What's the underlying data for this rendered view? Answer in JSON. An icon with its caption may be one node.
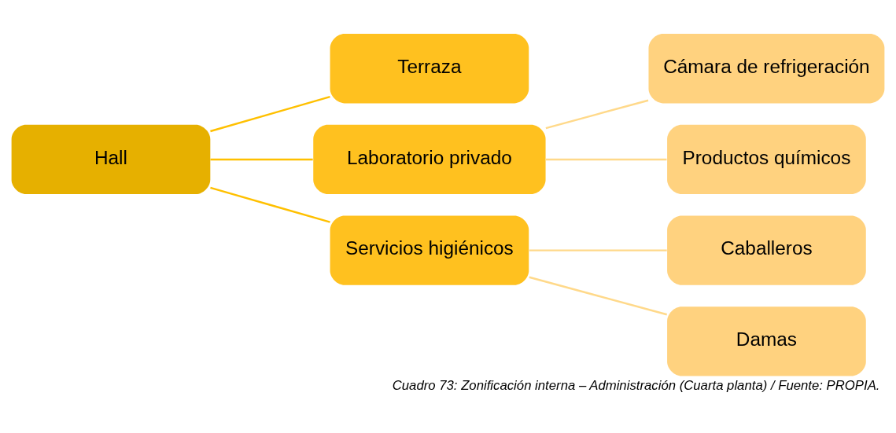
{
  "diagram": {
    "caption": "Cuadro 73: Zonificación interna – Administración (Cuarta planta) / Fuente: PROPIA.",
    "nodes": [
      {
        "text": [
          "Hall"
        ]
      },
      {
        "text": [
          "Terraza"
        ]
      },
      {
        "text": [
          "Laboratorio privado"
        ]
      },
      {
        "text": [
          "Cámara de refrigeración"
        ]
      },
      {
        "text": [
          "Productos químicos"
        ]
      },
      {
        "text": [
          "Servicios higiénicos"
        ]
      },
      {
        "text": [
          "Caballeros"
        ]
      },
      {
        "text": [
          "Damas"
        ]
      }
    ],
    "edges": [
      {
        "from": 0,
        "to": 1,
        "arrow": "none",
        "color": "#ffc000"
      },
      {
        "from": 0,
        "to": 2,
        "arrow": "none",
        "color": "#ffc000"
      },
      {
        "from": 0,
        "to": 5,
        "arrow": "none",
        "color": "#ffc000"
      },
      {
        "from": 2,
        "to": 3,
        "arrow": "none"
      },
      {
        "from": 2,
        "to": 4,
        "arrow": "none"
      },
      {
        "from": 5,
        "to": 6,
        "arrow": "none"
      },
      {
        "from": 5,
        "to": 7,
        "arrow": "none"
      }
    ]
  }
}
